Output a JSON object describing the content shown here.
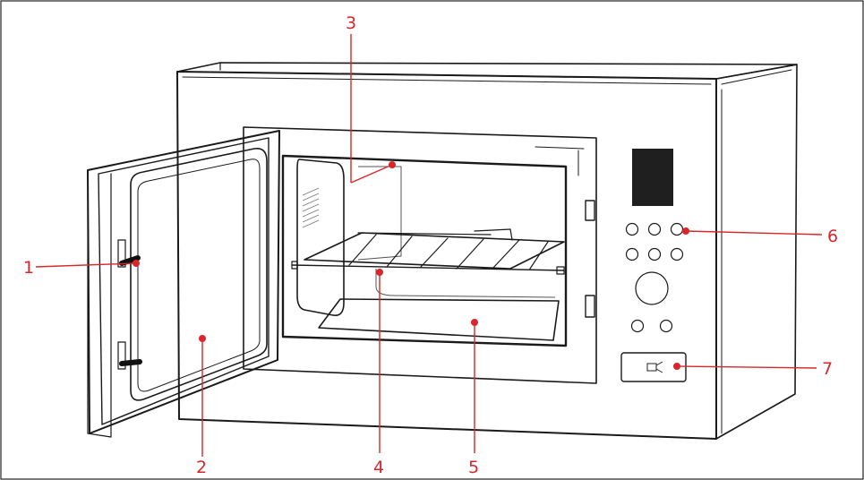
{
  "diagram": {
    "callouts": [
      {
        "id": "1",
        "label": "1",
        "part": "door-latch"
      },
      {
        "id": "2",
        "label": "2",
        "part": "door-window"
      },
      {
        "id": "3",
        "label": "3",
        "part": "cavity-light"
      },
      {
        "id": "4",
        "label": "4",
        "part": "wire-rack"
      },
      {
        "id": "5",
        "label": "5",
        "part": "oven-floor"
      },
      {
        "id": "6",
        "label": "6",
        "part": "control-panel"
      },
      {
        "id": "7",
        "label": "7",
        "part": "door-release-button"
      }
    ],
    "colors": {
      "callout": "#d9262b",
      "outline": "#1a1a1a"
    },
    "icons": [
      "door-release-icon"
    ]
  }
}
